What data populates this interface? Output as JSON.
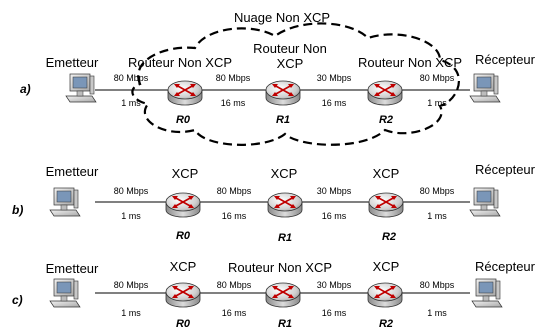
{
  "scenarios": [
    {
      "label": "a)",
      "cloud_label": "Nuage Non XCP",
      "nodes": {
        "sender": "Emetteur",
        "receiver": "Récepteur",
        "r0_type": "Routeur Non XCP",
        "r1_type_line1": "Routeur Non",
        "r1_type_line2": "XCP",
        "r2_type": "Routeur Non XCP",
        "r0_name": "R0",
        "r1_name": "R1",
        "r2_name": "R2"
      },
      "links": [
        {
          "bw": "80 Mbps",
          "delay": "1 ms"
        },
        {
          "bw": "80 Mbps",
          "delay": "16 ms"
        },
        {
          "bw": "30 Mbps",
          "delay": "16 ms"
        },
        {
          "bw": "80 Mbps",
          "delay": "1 ms"
        }
      ]
    },
    {
      "label": "b)",
      "nodes": {
        "sender": "Emetteur",
        "receiver": "Récepteur",
        "r0_type": "XCP",
        "r1_type": "XCP",
        "r2_type": "XCP",
        "r0_name": "R0",
        "r1_name": "R1",
        "r2_name": "R2"
      },
      "links": [
        {
          "bw": "80 Mbps",
          "delay": "1 ms"
        },
        {
          "bw": "80 Mbps",
          "delay": "16 ms"
        },
        {
          "bw": "30 Mbps",
          "delay": "16 ms"
        },
        {
          "bw": "80 Mbps",
          "delay": "1 ms"
        }
      ]
    },
    {
      "label": "c)",
      "nodes": {
        "sender": "Emetteur",
        "receiver": "Récepteur",
        "r0_type": "XCP",
        "r1_type": "Routeur Non XCP",
        "r2_type": "XCP",
        "r0_name": "R0",
        "r1_name": "R1",
        "r2_name": "R2"
      },
      "links": [
        {
          "bw": "80 Mbps",
          "delay": "1 ms"
        },
        {
          "bw": "80 Mbps",
          "delay": "16 ms"
        },
        {
          "bw": "30 Mbps",
          "delay": "16 ms"
        },
        {
          "bw": "80 Mbps",
          "delay": "1 ms"
        }
      ]
    }
  ],
  "icons": {
    "computer": "desktop-computer-icon",
    "router": "router-icon"
  }
}
